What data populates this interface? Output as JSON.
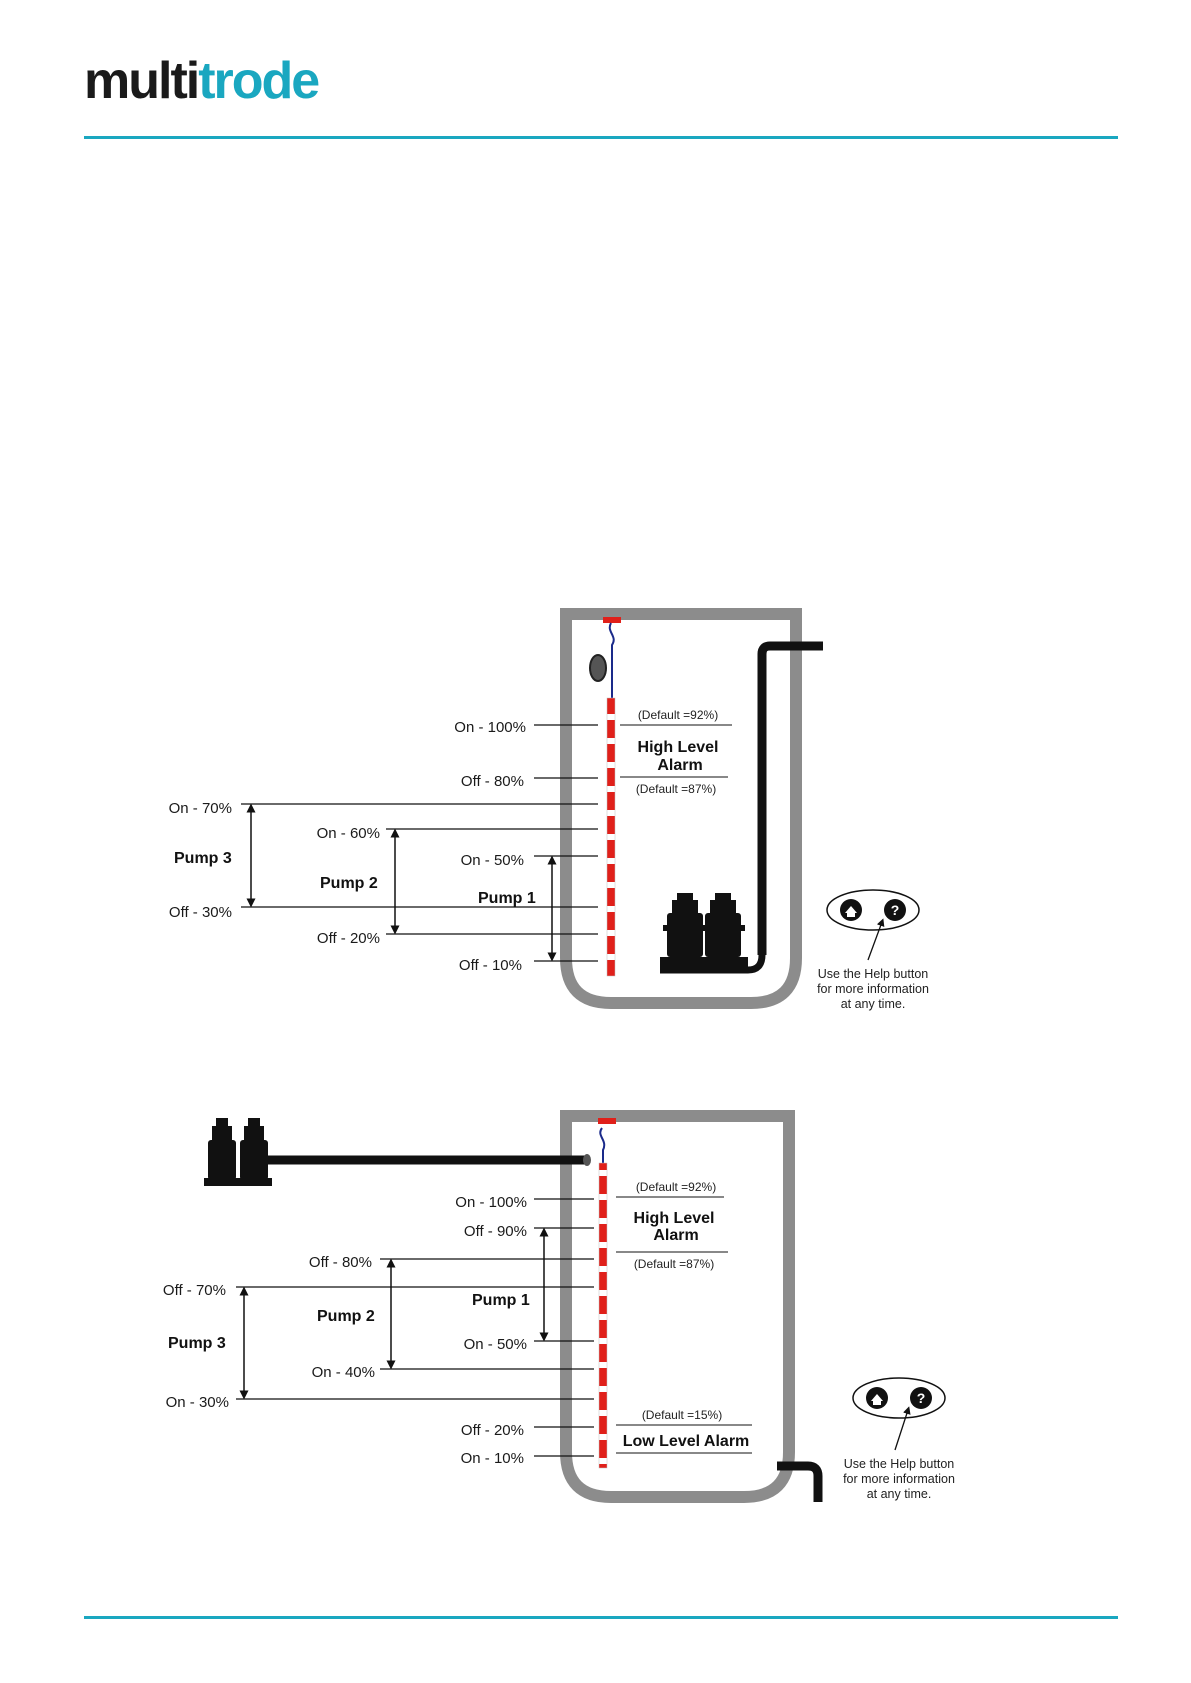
{
  "brand": {
    "logo_text_dark": "multi",
    "logo_text_accent": "trode",
    "accent_color": "#1aa7c0",
    "dark_color": "#1a1a1a"
  },
  "icons": [
    "home-icon",
    "help-icon"
  ],
  "colors": {
    "wall": "#8c8c8c",
    "probe_red": "#e0201a",
    "pipe": "#111111"
  },
  "diagram_top": {
    "levels": {
      "on100": "On - 100%",
      "off80": "Off - 80%",
      "on70": "On - 70%",
      "on60": "On - 60%",
      "on50": "On - 50%",
      "off30": "Off - 30%",
      "off20": "Off - 20%",
      "off10": "Off - 10%"
    },
    "pumps": {
      "pump3": "Pump 3",
      "pump2": "Pump 2",
      "pump1": "Pump 1"
    },
    "alarm": {
      "default_top": "(Default =92%)",
      "line1": "High Level",
      "line2": "Alarm",
      "default_bottom": "(Default =87%)"
    },
    "help": {
      "line1": "Use the Help button",
      "line2": "for more information",
      "line3": "at any time."
    }
  },
  "diagram_bottom": {
    "levels": {
      "on100": "On - 100%",
      "off90": "Off - 90%",
      "off80": "Off - 80%",
      "off70": "Off - 70%",
      "on50": "On - 50%",
      "on40": "On - 40%",
      "on30": "On - 30%",
      "off20": "Off - 20%",
      "on10": "On - 10%"
    },
    "pumps": {
      "pump1": "Pump 1",
      "pump2": "Pump 2",
      "pump3": "Pump 3"
    },
    "high_alarm": {
      "default_top": "(Default =92%)",
      "line1": "High Level",
      "line2": "Alarm",
      "default_bottom": "(Default =87%)"
    },
    "low_alarm": {
      "default_top": "(Default =15%)",
      "label": "Low Level Alarm"
    },
    "help": {
      "line1": "Use the Help button",
      "line2": "for more information",
      "line3": "at any time."
    }
  }
}
